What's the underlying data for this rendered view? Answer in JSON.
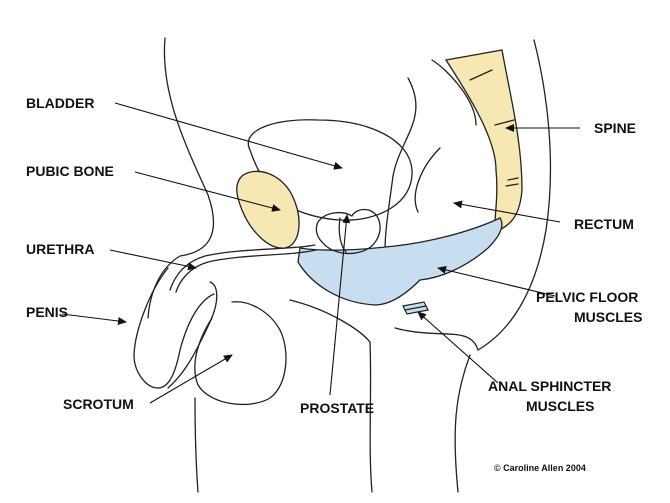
{
  "labels": {
    "bladder": "BLADDER",
    "pubic_bone": "PUBIC BONE",
    "urethra": "URETHRA",
    "penis": "PENIS",
    "scrotum": "SCROTUM",
    "prostate": "PROSTATE",
    "spine": "SPINE",
    "rectum": "RECTUM",
    "pelvic_floor_line1": "PELVIC FLOOR",
    "pelvic_floor_line2": "MUSCLES",
    "anal_sphincter_line1": "ANAL SPHINCTER",
    "anal_sphincter_line2": "MUSCLES"
  },
  "credit": "© Caroline Allen 2004",
  "colors": {
    "bone": "#f6e7b3",
    "muscle": "#c7def0",
    "ink": "#222222",
    "background": "#ffffff"
  }
}
